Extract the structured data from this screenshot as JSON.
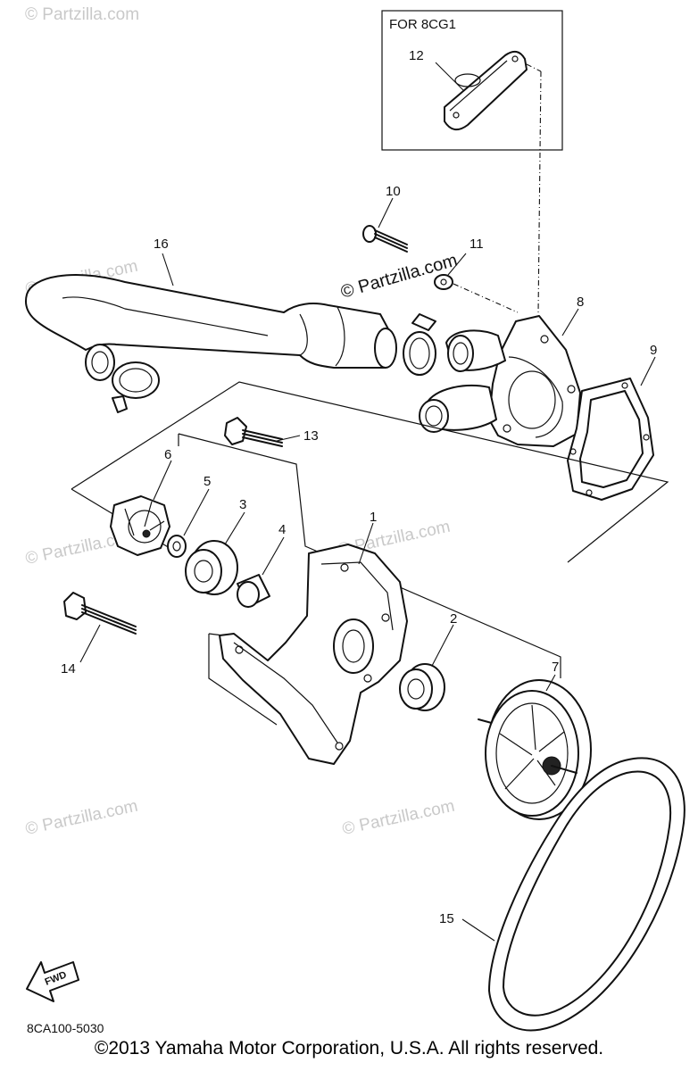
{
  "inset_label": "FOR 8CG1",
  "watermark_center": "© Partzilla.com",
  "watermark_faint": "© Partzilla.com",
  "callouts": {
    "c1": "1",
    "c2": "2",
    "c3": "3",
    "c4": "4",
    "c5": "5",
    "c6": "6",
    "c7": "7",
    "c8": "8",
    "c9": "9",
    "c10": "10",
    "c11": "11",
    "c12": "12",
    "c13": "13",
    "c14": "14",
    "c15": "15",
    "c16": "16"
  },
  "fwd_label": "FWD",
  "diagram_code": "8CA100-5030",
  "copyright": "©2013 Yamaha Motor Corporation, U.S.A. All rights reserved."
}
